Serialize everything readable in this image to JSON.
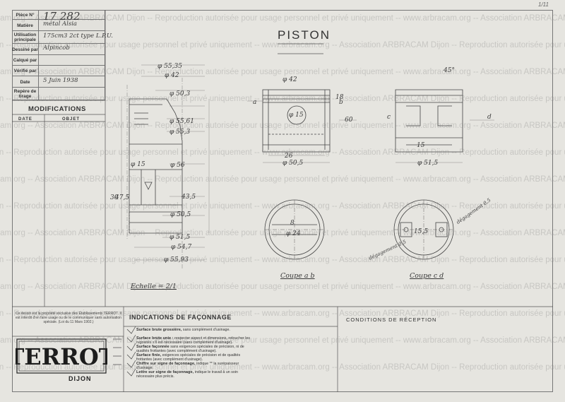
{
  "title_block": {
    "rows": [
      {
        "label": "Pièce N°",
        "value": "17 282"
      },
      {
        "label": "Matière",
        "value": "métal Alsia"
      },
      {
        "label": "Utilisation principale",
        "value": "175cm3 2ct type L.P.U."
      },
      {
        "label": "Dessiné par",
        "value": "Alpincob"
      },
      {
        "label": "Calqué par",
        "value": ""
      },
      {
        "label": "Vérifié par",
        "value": ""
      },
      {
        "label": "Date",
        "value": "5 Juin 1938"
      },
      {
        "label": "Repère de tirage",
        "value": ""
      }
    ]
  },
  "drawing_title": "PISTON",
  "modifications": {
    "heading": "MODIFICATIONS",
    "col_date": "DATE",
    "col_objet": "OBJET"
  },
  "dimensions": {
    "d1": "φ 55,35",
    "d2": "φ 42",
    "d3": "φ 50,3",
    "d4": "φ 55,61",
    "d5": "φ 55,3",
    "d6": "φ 56",
    "d7": "φ 15",
    "d8": "φ 50,5",
    "d9": "φ 51,5",
    "d10": "φ 54,7",
    "d11": "φ 55,93",
    "d12": "43,5",
    "d13": "30",
    "d14": "47,5",
    "d15": "15,5",
    "d16": "φ 42",
    "d17": "φ 15",
    "d18": "φ 50,5",
    "d19": "φ 51,5",
    "d20": "45°",
    "d21": "18",
    "d22": "26",
    "d23": "60",
    "d24": "15",
    "d25": "φ 24",
    "d26": "8"
  },
  "scale": "Echelle = 2/1",
  "section_ab": "Coupe a b",
  "section_cd": "Coupe c d",
  "view_labels": {
    "a": "a",
    "b": "b",
    "c": "c",
    "d": "d"
  },
  "notes": {
    "degagement_1": "dégagement 0,5",
    "degagement_2": "dégagement 0,5"
  },
  "legal_text": "Ce dessin est la propriété exclusive des Établissements TERROT. Il est interdit d'en faire usage ou de le communiquer sans autorisation spéciale. (Loi du 11 Mars 1902.)",
  "indications": {
    "title": "INDICATIONS DE FAÇONNAGE",
    "items": [
      {
        "name": "Surface brute grossière,",
        "desc": "sans complément d'usinage."
      },
      {
        "name": "Surface brute unie :",
        "desc": "respecter aspect et dimensions, retoucher les rugosités s'il est nécessaire (sans complément d'usinage)."
      },
      {
        "name": "Surface façonnée",
        "desc": "sans exigences spéciales de précision, ni de qualités frottantes (avec complément d'usinage)."
      },
      {
        "name": "Surface finie,",
        "desc": "exigences spéciales de précision et de qualités frottantes (avec complément d'usinage)."
      },
      {
        "name": "Chiffre sur signe de façonnage,",
        "desc": "indique ** la surépaisseur d'usinage."
      },
      {
        "name": "Lettre sur signe de façonnage,",
        "desc": "indique le travail à un soin nécessaire plus précis."
      }
    ]
  },
  "conditions_title": "CONDITIONS DE RÉCEPTION",
  "brand": {
    "name": "TERROT",
    "city": "DIJON"
  },
  "page_mark": "1/11",
  "watermark": "www.arbracam.org -- Association ARBRACAM Dijon -- Reproduction autorisée pour usage personnel et privé uniquement",
  "colors": {
    "paper": "#e6e5e0",
    "ink": "#333333",
    "line": "#555555"
  }
}
